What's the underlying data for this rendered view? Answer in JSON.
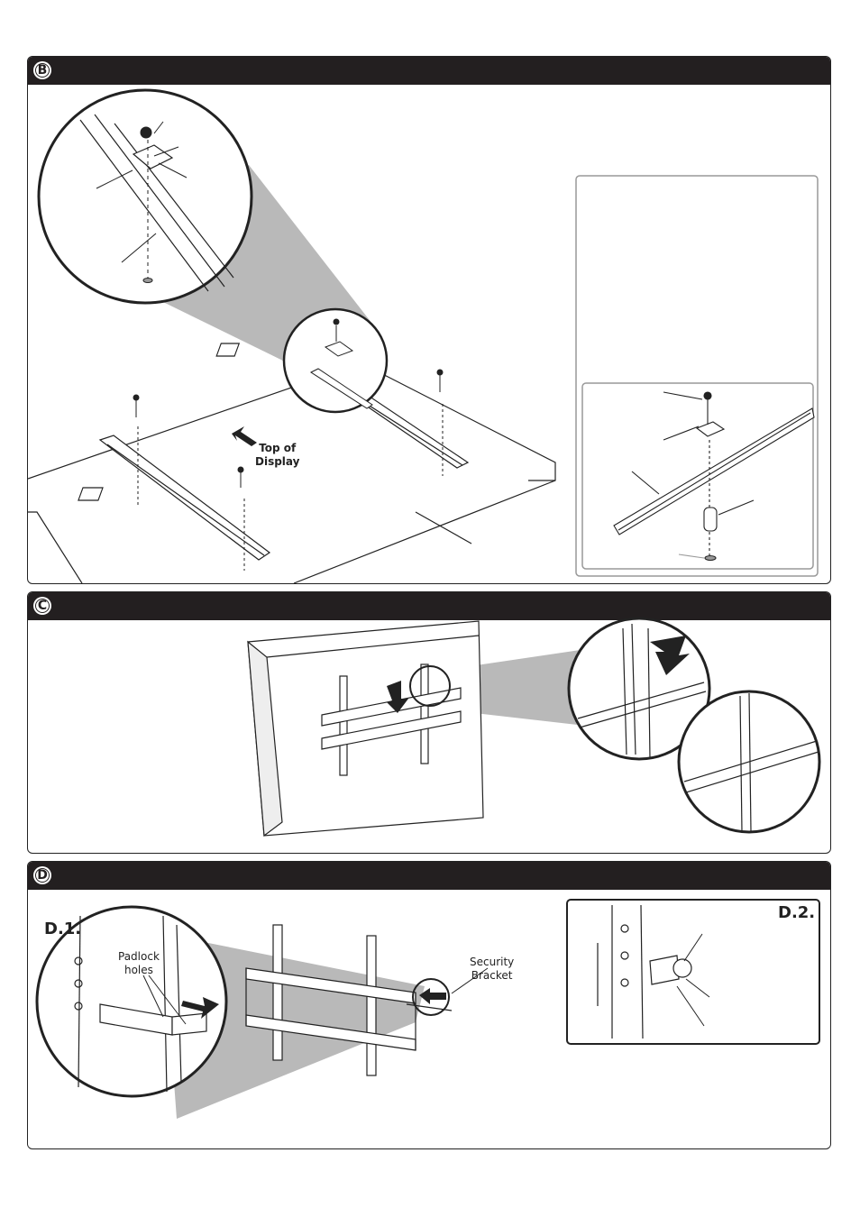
{
  "sections": {
    "b": {
      "badge": "B",
      "top_label_line1": "Top of",
      "top_label_line2": "Display"
    },
    "c": {
      "badge": "C"
    },
    "d": {
      "badge": "D",
      "d1_label": "D.1.",
      "d2_label": "D.2.",
      "padlock_line1": "Padlock",
      "padlock_line2": "holes",
      "security_line1": "Security",
      "security_line2": "Bracket"
    }
  }
}
